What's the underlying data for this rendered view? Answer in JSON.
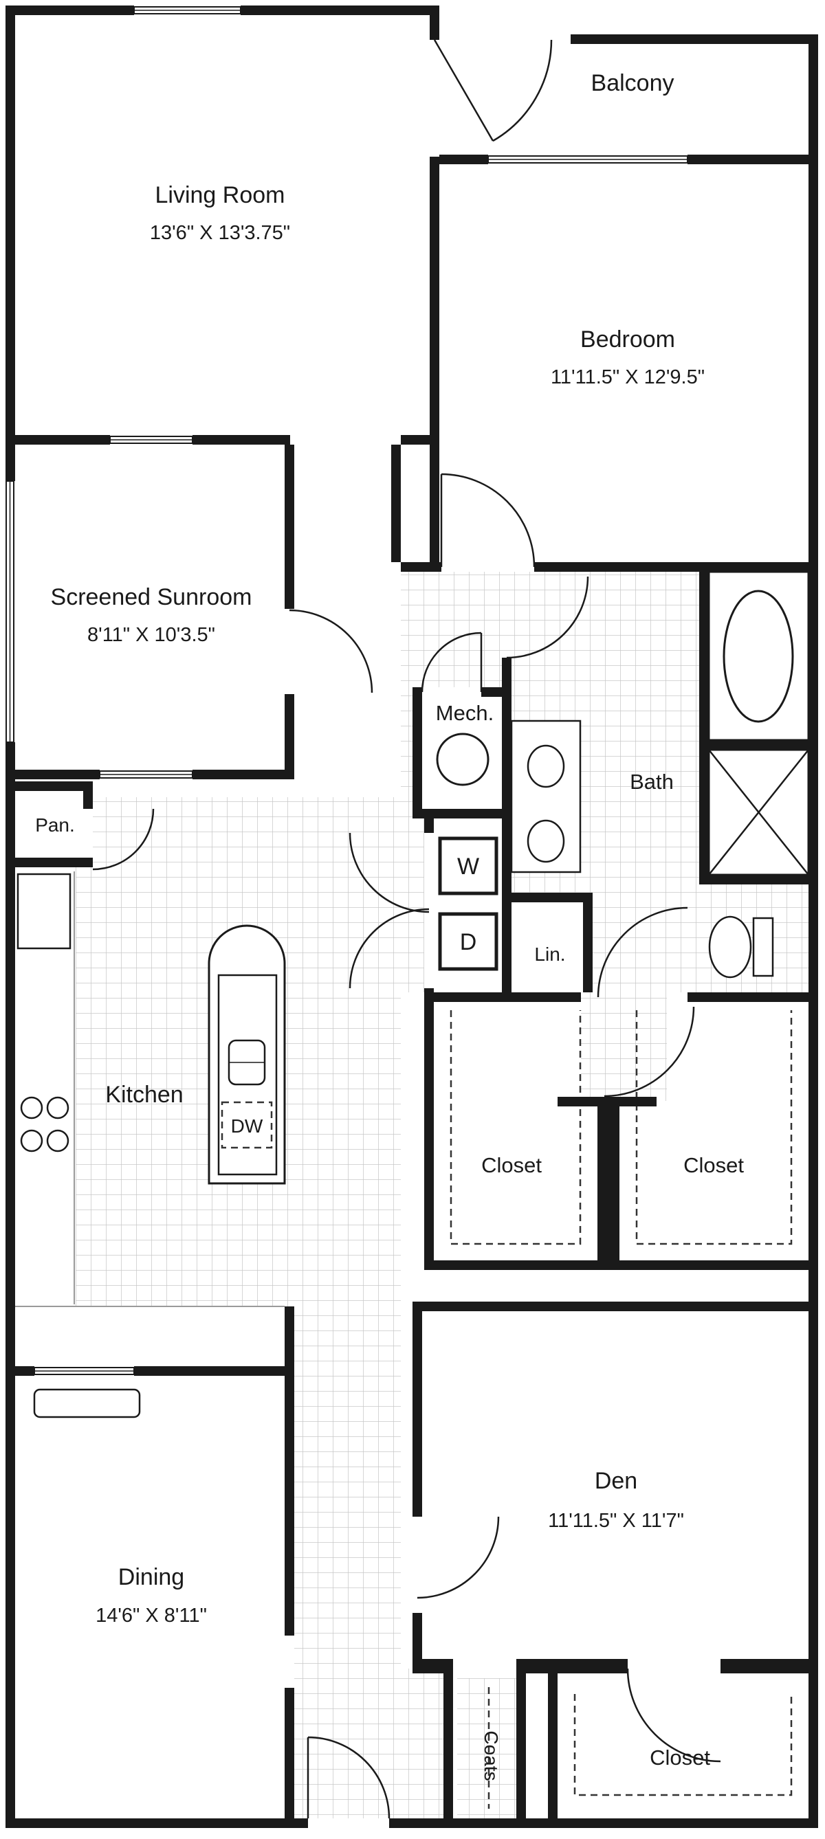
{
  "colors": {
    "wall": "#1a1a1a",
    "tile_line": "#c8c8c8",
    "background": "#ffffff"
  },
  "plan": {
    "balcony": {
      "label": "Balcony"
    },
    "living": {
      "label": "Living Room",
      "dims": "13'6\" X 13'3.75\""
    },
    "bedroom": {
      "label": "Bedroom",
      "dims": "11'11.5\" X 12'9.5\""
    },
    "sunroom": {
      "label": "Screened Sunroom",
      "dims": "8'11\" X 10'3.5\""
    },
    "mech": {
      "label": "Mech."
    },
    "bath": {
      "label": "Bath"
    },
    "pantry": {
      "label": "Pan."
    },
    "washer": {
      "label": "W"
    },
    "dryer": {
      "label": "D"
    },
    "linen": {
      "label": "Lin."
    },
    "kitchen": {
      "label": "Kitchen"
    },
    "dishwasher": {
      "label": "DW"
    },
    "closet_left": {
      "label": "Closet"
    },
    "closet_right": {
      "label": "Closet"
    },
    "den": {
      "label": "Den",
      "dims": "11'11.5\" X 11'7\""
    },
    "dining": {
      "label": "Dining",
      "dims": "14'6\" X 8'11\""
    },
    "coats": {
      "label": "Coats"
    },
    "closet_entry": {
      "label": "Closet"
    }
  }
}
